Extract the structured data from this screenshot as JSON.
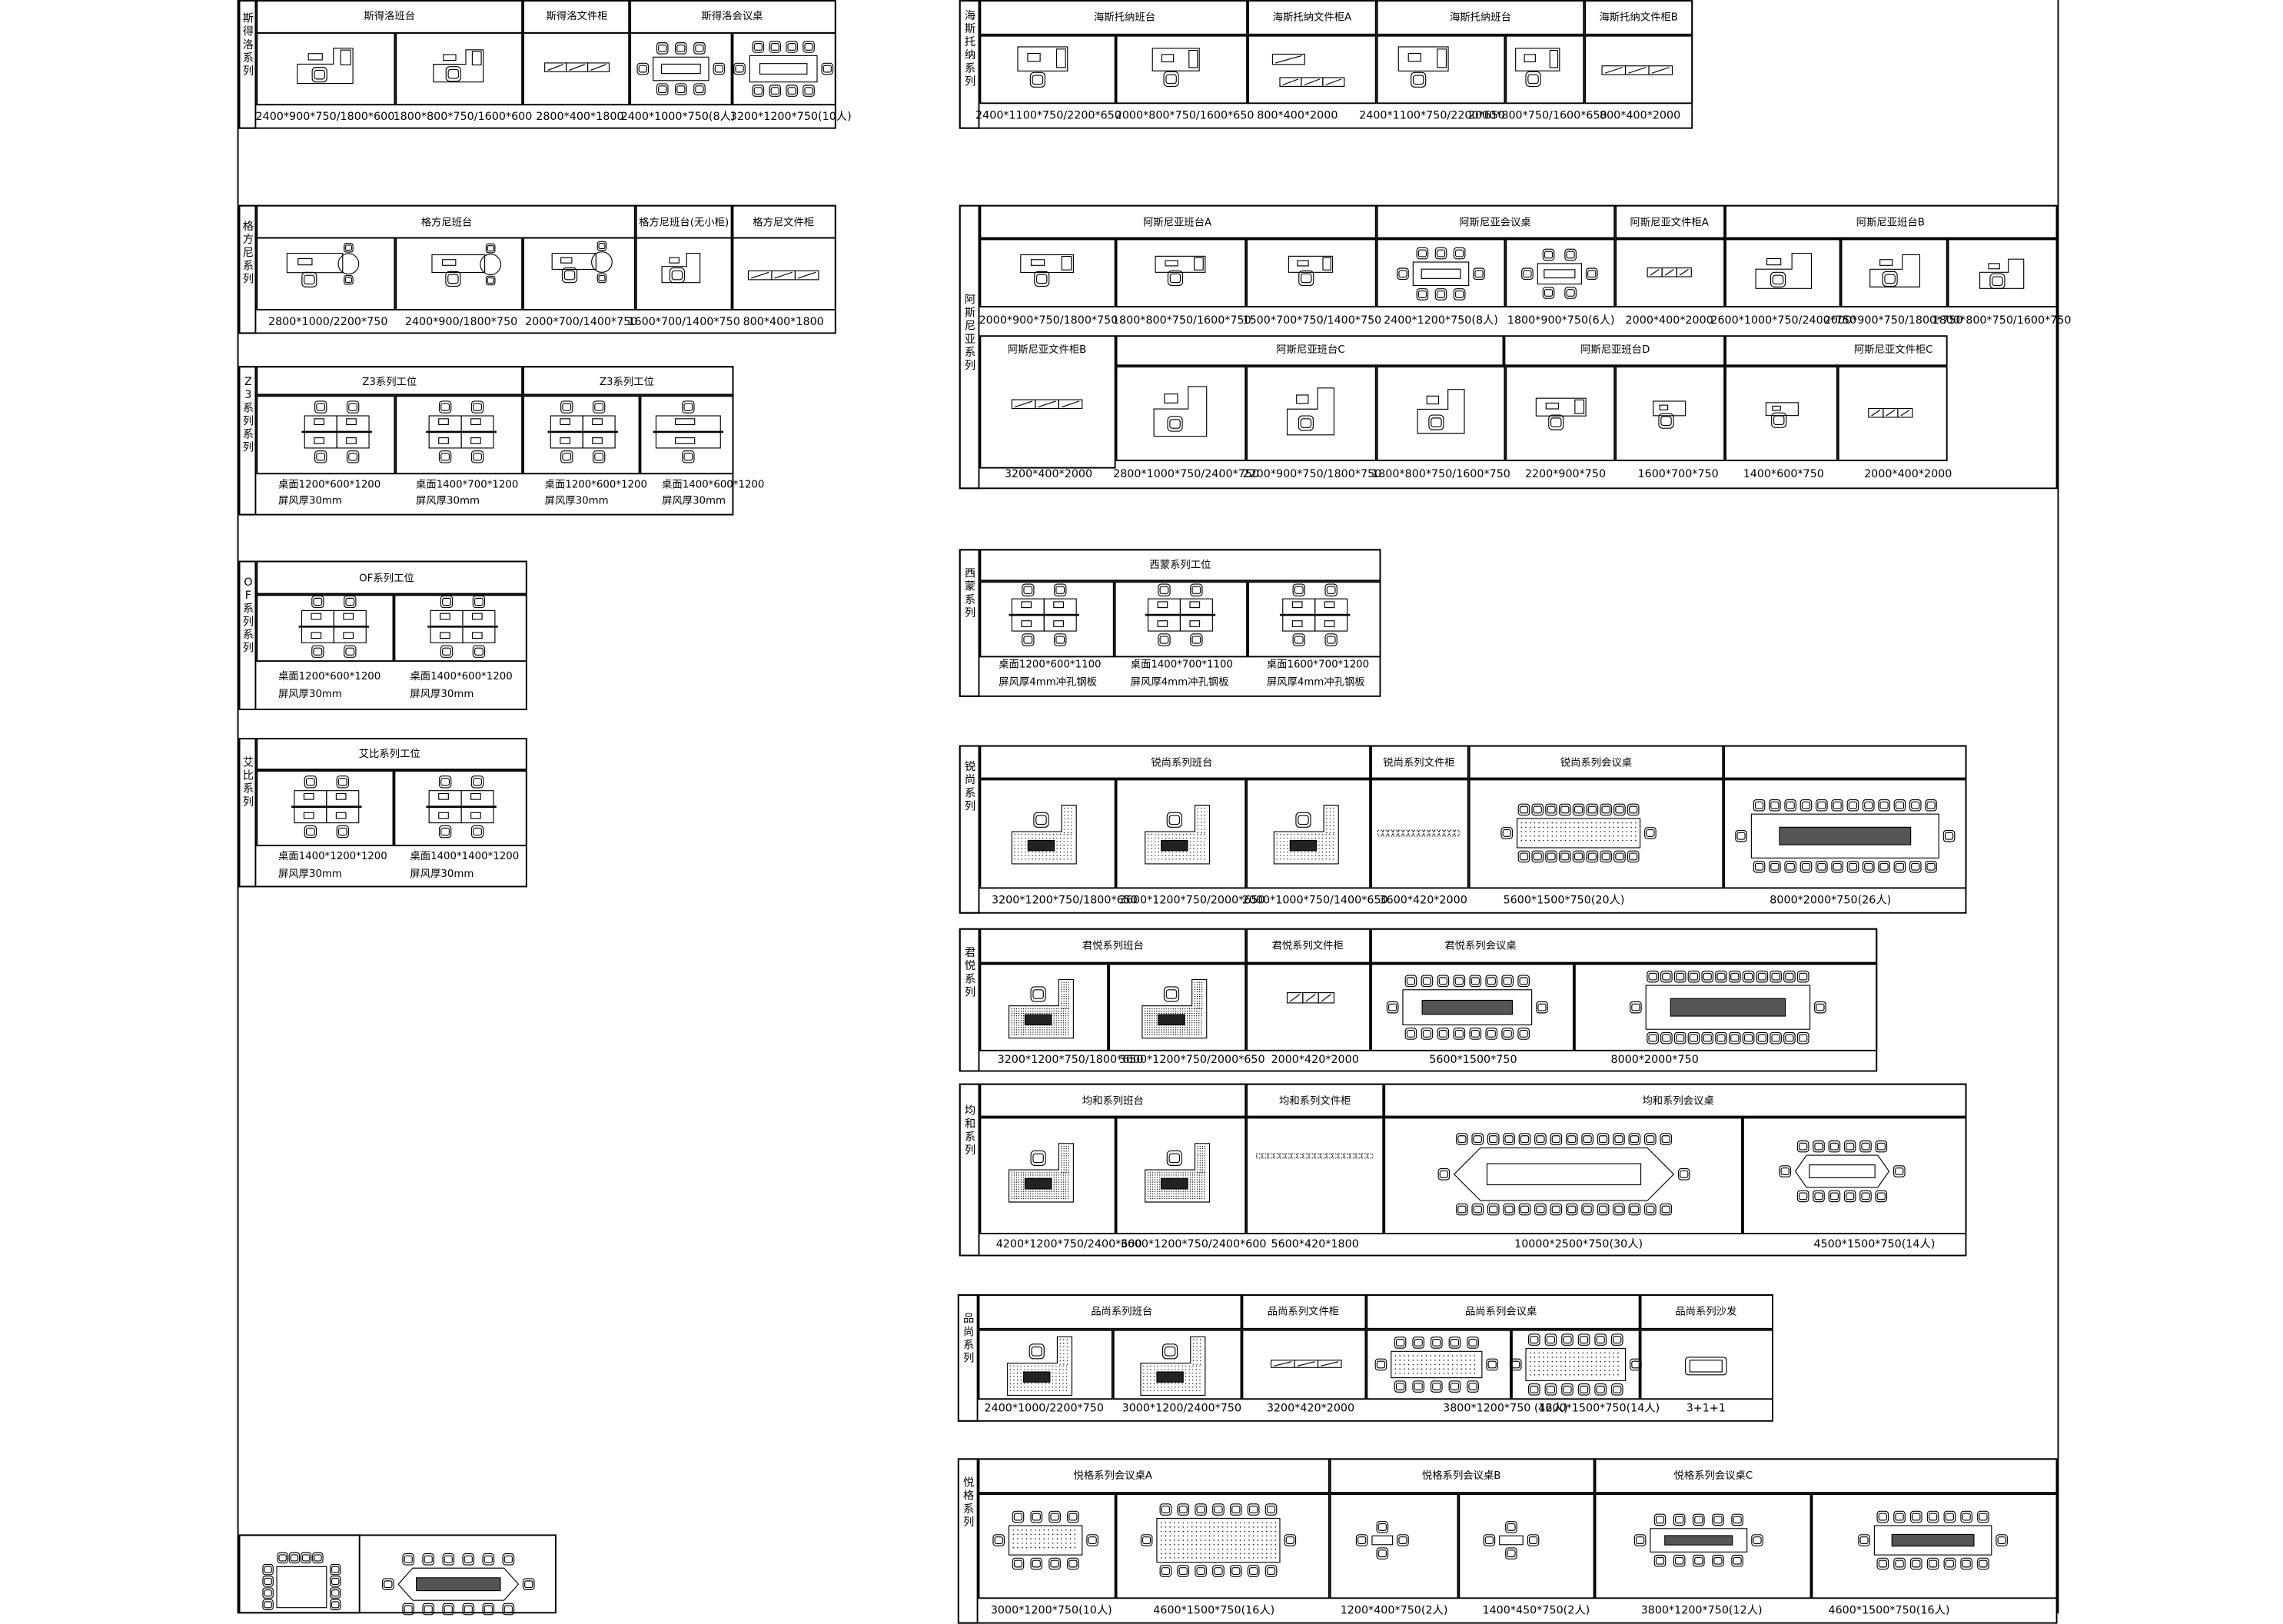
{
  "sheet": {
    "title": "",
    "series": [
      {
        "key": "stl",
        "label": "斯得洛系列",
        "items": [
          "斯得洛班台",
          "斯得洛文件柜",
          "斯得洛会议桌"
        ],
        "dims": [
          "2400*900*750/1800*600",
          "1800*800*750/1600*600",
          "2800*400*1800",
          "2400*1000*750(8人)",
          "3200*1200*750(10人)"
        ]
      },
      {
        "key": "gfn",
        "label": "格方尼系列",
        "items": [
          "格方尼班台",
          "格方尼班台(无小柜)",
          "格方尼文件柜"
        ],
        "dims": [
          "2800*1000/2200*750",
          "2400*900/1800*750",
          "2000*700/1400*750",
          "1600*700/1400*750",
          "800*400*1800"
        ]
      },
      {
        "key": "z3",
        "label": "Z3系列系列",
        "items": [
          "Z3系列工位",
          "Z3系列工位"
        ],
        "dims": [
          "桌面1200*600*1200",
          "屏风厚30mm",
          "桌面1400*700*1200",
          "屏风厚30mm",
          "桌面1200*600*1200",
          "屏风厚30mm",
          "桌面1400*600*1200",
          "屏风厚30mm"
        ]
      },
      {
        "key": "of",
        "label": "OF系列系列",
        "items": [
          "OF系列工位"
        ],
        "dims": [
          "桌面1200*600*1200",
          "屏风厚30mm",
          "桌面1400*600*1200",
          "屏风厚30mm"
        ]
      },
      {
        "key": "ab",
        "label": "艾比系列",
        "items": [
          "艾比系列工位"
        ],
        "dims": [
          "桌面1400*1200*1200",
          "屏风厚30mm",
          "桌面1400*1400*1200",
          "屏风厚30mm"
        ]
      },
      {
        "key": "hstn",
        "label": "海斯托纳系列",
        "items": [
          "海斯托纳班台",
          "海斯托纳文件柜A",
          "海斯托纳班台",
          "海斯托纳文件柜B"
        ],
        "dims": [
          "2400*1100*750/2200*650",
          "2000*800*750/1600*650",
          "800*400*2000",
          "2400*1100*750/2200*650",
          "2000*800*750/1600*650",
          "800*400*2000"
        ]
      },
      {
        "key": "asny",
        "label": "阿斯尼亚系列",
        "items": [
          "阿斯尼亚班台A",
          "阿斯尼亚会议桌",
          "阿斯尼亚文件柜A",
          "阿斯尼亚班台B",
          "阿斯尼亚文件柜B",
          "阿斯尼亚班台C",
          "阿斯尼亚班台D",
          "阿斯尼亚文件柜C"
        ],
        "dims_a": [
          "2000*900*750/1800*750",
          "1800*800*750/1600*750",
          "1500*700*750/1400*750",
          "2400*1200*750(8人)",
          "1800*900*750(6人)",
          "2000*400*2000",
          "2600*1000*750/2400*750",
          "2000*900*750/1800*750",
          "1800*800*750/1600*750"
        ],
        "dims_b": [
          "3200*400*2000",
          "2800*1000*750/2400*750",
          "2200*900*750/1800*750",
          "1800*800*750/1600*750",
          "2200*900*750",
          "1600*700*750",
          "1400*600*750",
          "2000*400*2000"
        ]
      },
      {
        "key": "xm",
        "label": "西蒙系列",
        "items": [
          "西蒙系列工位"
        ],
        "dims": [
          "桌面1200*600*1100",
          "屏风厚4mm冲孔钢板",
          "桌面1400*700*1100",
          "屏风厚4mm冲孔钢板",
          "桌面1600*700*1200",
          "屏风厚4mm冲孔钢板"
        ]
      },
      {
        "key": "ss",
        "label": "锐尚系列",
        "items": [
          "锐尚系列班台",
          "锐尚系列文件柜",
          "锐尚系列会议桌"
        ],
        "dims": [
          "3200*1200*750/1800*650",
          "3600*1200*750/2000*650",
          "2000*1000*750/1400*650",
          "3600*420*2000",
          "5600*1500*750(20人)",
          "8000*2000*750(26人)"
        ]
      },
      {
        "key": "jy",
        "label": "君悦系列",
        "items": [
          "君悦系列班台",
          "君悦系列文件柜",
          "君悦系列会议桌"
        ],
        "dims": [
          "3200*1200*750/1800*650",
          "3600*1200*750/2000*650",
          "2000*420*2000",
          "5600*1500*750",
          "8000*2000*750"
        ]
      },
      {
        "key": "jh",
        "label": "均和系列",
        "items": [
          "均和系列班台",
          "均和系列文件柜",
          "均和系列会议桌"
        ],
        "dims": [
          "4200*1200*750/2400*600",
          "3600*1200*750/2400*600",
          "5600*420*1800",
          "10000*2500*750(30人)",
          "4500*1500*750(14人)"
        ]
      },
      {
        "key": "ps",
        "label": "品尚系列",
        "items": [
          "品尚系列班台",
          "品尚系列文件柜",
          "品尚系列会议桌",
          "品尚系列沙发"
        ],
        "dims": [
          "2400*1000/2200*750",
          "3000*1200/2400*750",
          "3200*420*2000",
          "3800*1200*750 (12人)",
          "4600*1500*750(14人)",
          "3+1+1"
        ]
      },
      {
        "key": "yg",
        "label": "悦格系列",
        "items": [
          "悦格系列会议桌A",
          "悦格系列会议桌B",
          "悦格系列会议桌C"
        ],
        "dims": [
          "3000*1200*750(10人)",
          "4600*1500*750(16人)",
          "1200*400*750(2人)",
          "1400*450*750(2人)",
          "3800*1200*750(12人)",
          "4600*1500*750(16人)"
        ]
      }
    ]
  }
}
